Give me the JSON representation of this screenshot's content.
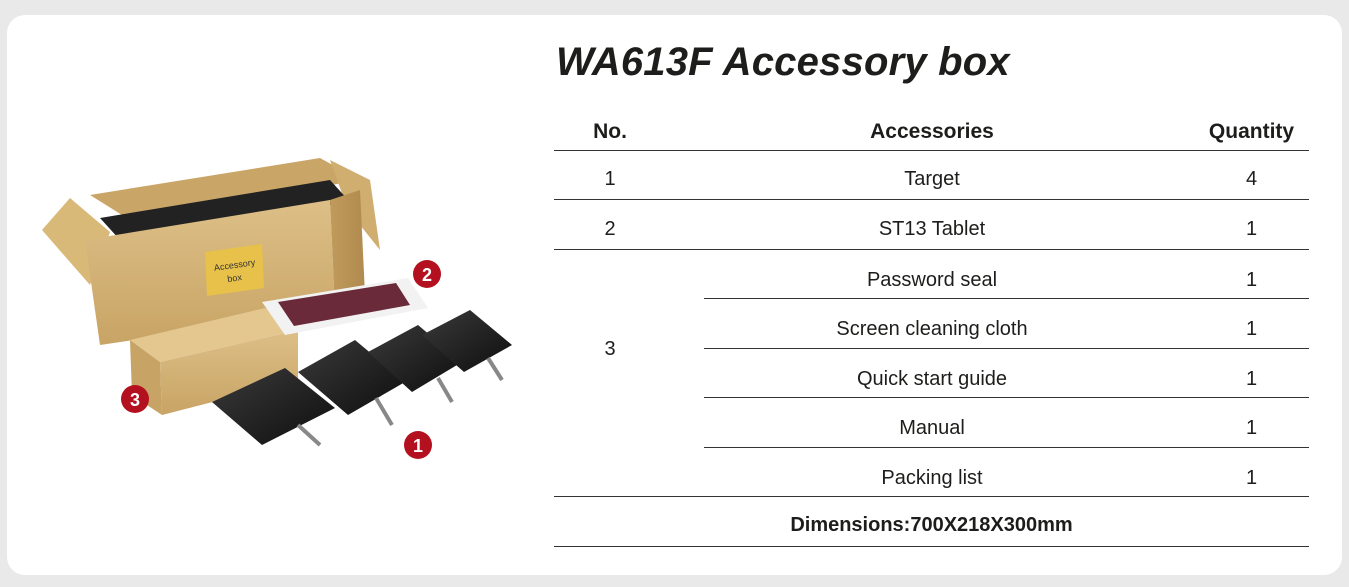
{
  "title": "WA613F Accessory box",
  "illustration": {
    "box_label_line1": "Accessory",
    "box_label_line2": "box",
    "callouts": [
      "1",
      "2",
      "3"
    ]
  },
  "table": {
    "headers": {
      "no": "No.",
      "accessories": "Accessories",
      "quantity": "Quantity"
    },
    "rows": [
      {
        "no": "1",
        "item": "Target",
        "qty": "4"
      },
      {
        "no": "2",
        "item": "ST13 Tablet",
        "qty": "1"
      },
      {
        "no": "3",
        "item": "Password seal",
        "qty": "1"
      },
      {
        "no": "",
        "item": "Screen cleaning cloth",
        "qty": "1"
      },
      {
        "no": "",
        "item": "Quick start guide",
        "qty": "1"
      },
      {
        "no": "",
        "item": "Manual",
        "qty": "1"
      },
      {
        "no": "",
        "item": "Packing list",
        "qty": "1"
      }
    ],
    "footer": "Dimensions:700X218X300mm"
  },
  "colors": {
    "callout": "#b3111f",
    "cardboard": "#d4b27a",
    "text": "#1d1d1b"
  }
}
